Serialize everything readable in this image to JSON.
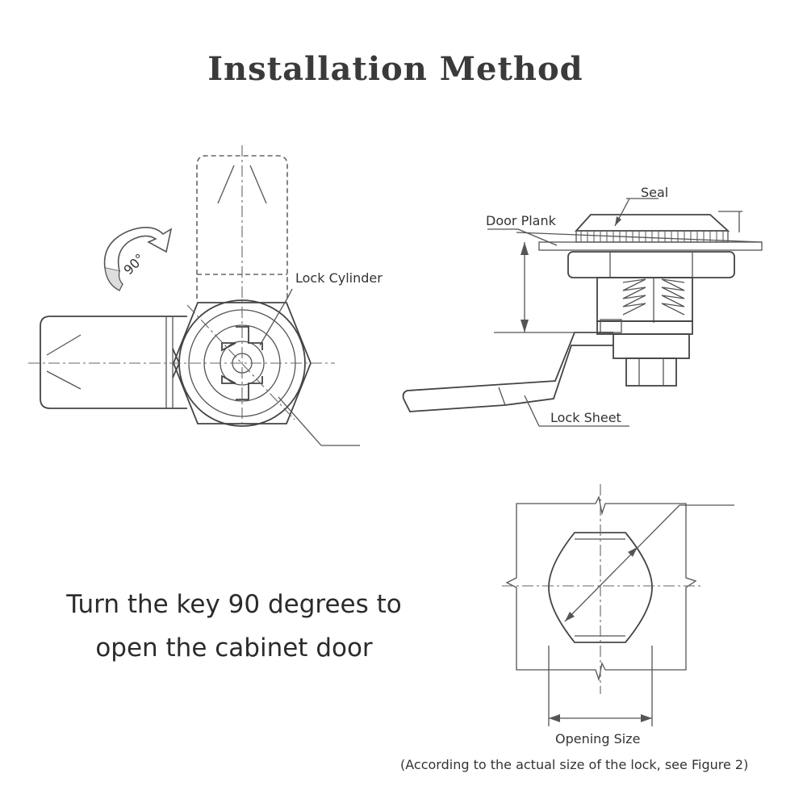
{
  "title": "Installation Method",
  "instruction": {
    "line1": "Turn the key 90 degrees to",
    "line2": "open the cabinet door"
  },
  "labels": {
    "rotation": "90°",
    "lock_cylinder": "Lock Cylinder",
    "seal": "Seal",
    "door_plank": "Door Plank",
    "lock_sheet": "Lock Sheet",
    "opening_size": "Opening Size"
  },
  "note": "(According to the actual size of the lock, see Figure 2)"
}
